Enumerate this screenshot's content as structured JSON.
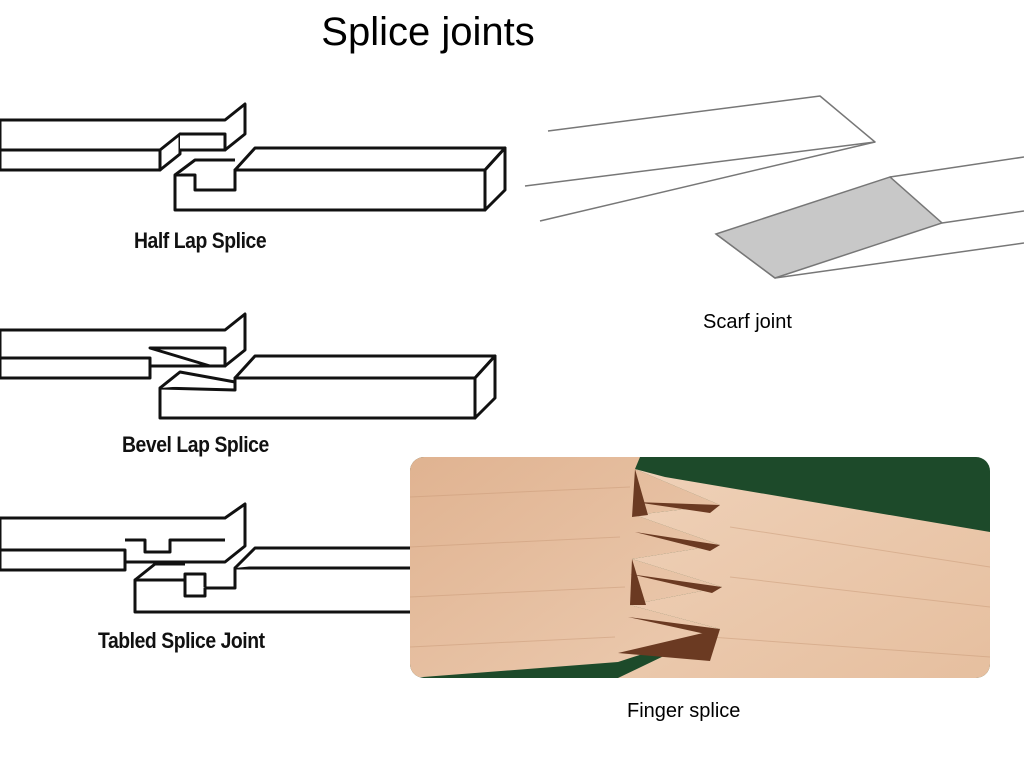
{
  "slide": {
    "title": "Splice joints"
  },
  "figures": {
    "half_lap": {
      "label": "Half Lap Splice"
    },
    "bevel_lap": {
      "label": "Bevel Lap Splice"
    },
    "tabled": {
      "label": "Tabled Splice Joint"
    },
    "scarf": {
      "caption": "Scarf joint"
    },
    "finger": {
      "caption": "Finger splice"
    }
  },
  "colors": {
    "wood_light": "#e8c4a3",
    "wood_dark": "#c89270",
    "background_green": "#1d4a2a",
    "scarf_face": "#c8c8c8",
    "line": "#111111"
  }
}
